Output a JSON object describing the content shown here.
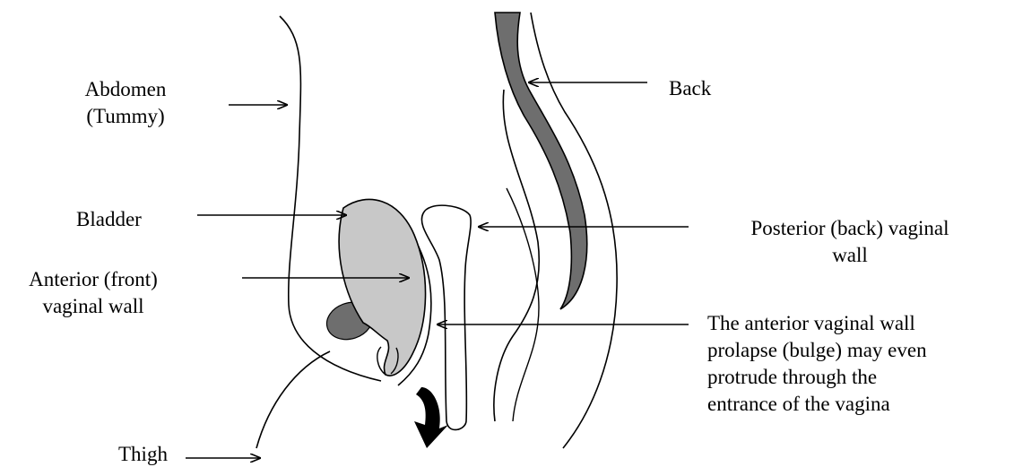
{
  "labels": {
    "abdomen": [
      "Abdomen",
      "(Tummy)"
    ],
    "bladder": "Bladder",
    "anterior": [
      "Anterior (front)",
      "vaginal wall"
    ],
    "thigh": "Thigh",
    "back": "Back",
    "posterior": [
      "Posterior (back) vaginal",
      "wall"
    ],
    "prolapse": [
      "The anterior vaginal wall",
      "prolapse (bulge) may even",
      "protrude through the",
      "entrance of the vagina"
    ]
  },
  "colors": {
    "stroke": "#000000",
    "bladder_fill": "#c8c8c8",
    "spine_fill": "#6e6e6e",
    "bone_fill": "#6e6e6e",
    "arrow_fill": "#000000"
  }
}
